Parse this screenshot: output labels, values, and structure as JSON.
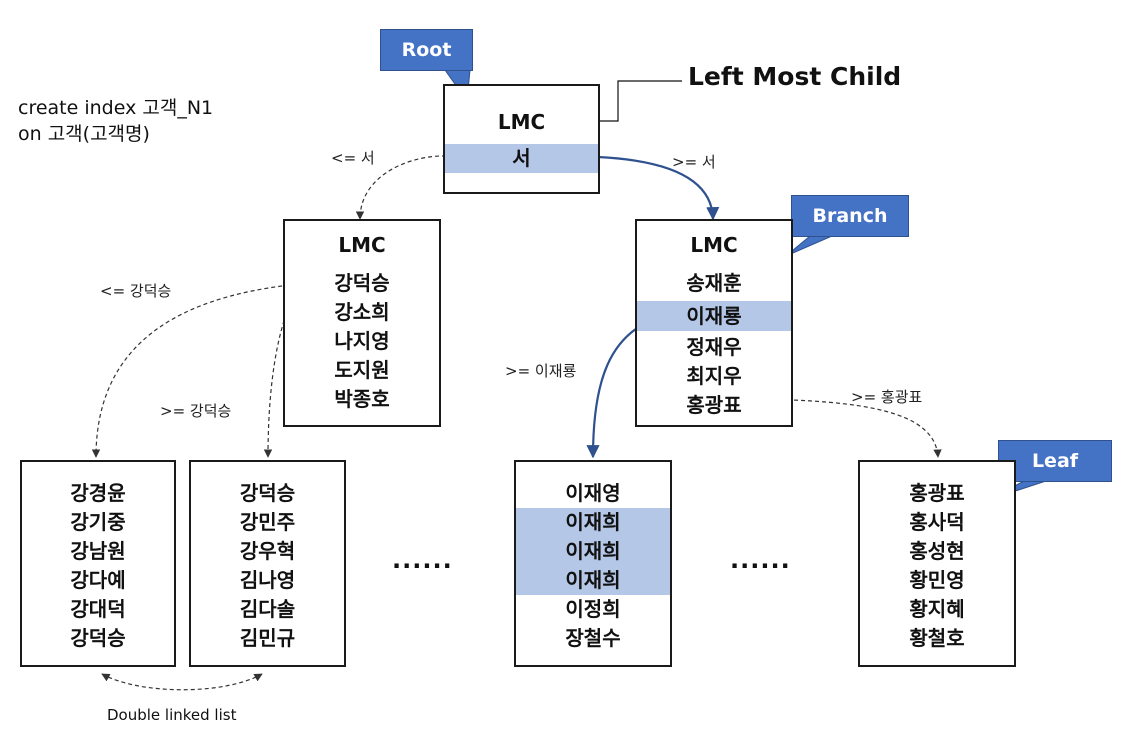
{
  "code": {
    "line1": "create index 고객_N1",
    "line2": "on 고객(고객명)"
  },
  "callouts": {
    "root": "Root",
    "branch": "Branch",
    "leaf": "Leaf"
  },
  "lmc_title": "Left Most Child",
  "root": {
    "lmc": "LMC",
    "key": "서"
  },
  "branch_left": {
    "lmc": "LMC",
    "keys": [
      "강덕승",
      "강소희",
      "나지영",
      "도지원",
      "박종호"
    ]
  },
  "branch_right": {
    "lmc": "LMC",
    "keys": [
      "송재훈",
      "이재룡",
      "정재우",
      "최지우",
      "홍광표"
    ]
  },
  "leaves": {
    "leaf1": [
      "강경윤",
      "강기중",
      "강남원",
      "강다예",
      "강대덕",
      "강덕승"
    ],
    "leaf2": [
      "강덕승",
      "강민주",
      "강우혁",
      "김나영",
      "김다솔",
      "김민규"
    ],
    "leaf3": [
      "이재영",
      "이재희",
      "이재희",
      "이재희",
      "이정희",
      "장철수"
    ],
    "leaf4": [
      "홍광표",
      "홍사덕",
      "홍성현",
      "황민영",
      "황지혜",
      "황철호"
    ]
  },
  "edge_labels": {
    "root_left": "<= 서",
    "root_right": ">= 서",
    "left_le": "<= 강덕승",
    "left_ge": ">= 강덕승",
    "right_mid": ">= 이재룡",
    "right_last": ">= 홍광표"
  },
  "ellipsis": {
    "a": "......",
    "b": "......"
  },
  "double_linked_list": "Double linked list",
  "colors": {
    "highlight": "#b4c7e7",
    "callout": "#4472c4",
    "arrow_solid": "#2f528f"
  }
}
